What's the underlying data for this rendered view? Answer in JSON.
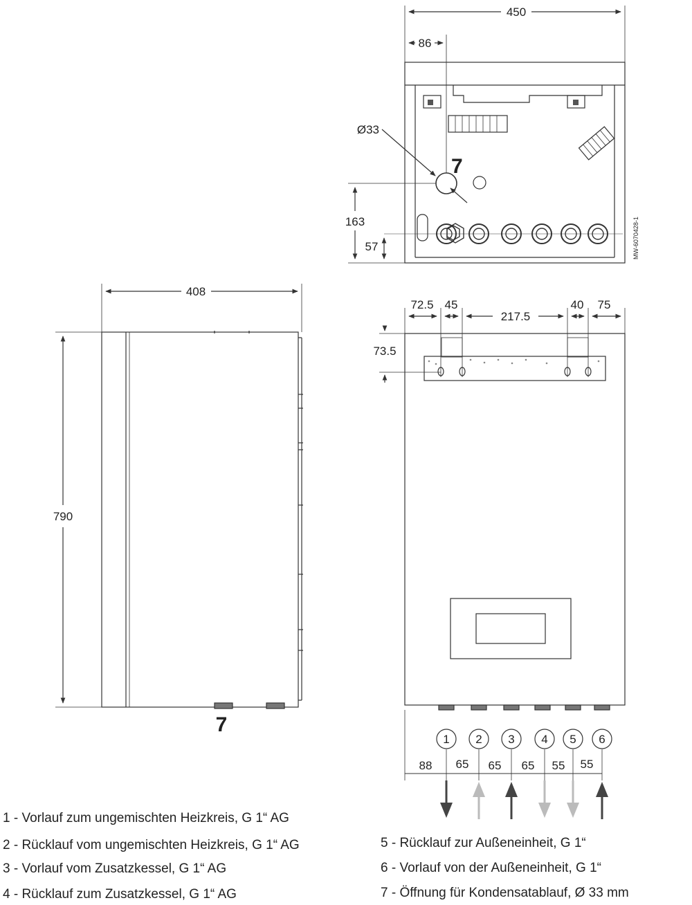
{
  "top_view": {
    "width": "450",
    "offset": "86",
    "hole_diameter": "Ø33",
    "hole_label": "7",
    "height_hole": "163",
    "height_connections": "57",
    "drawing_code": "MW-6070428-1"
  },
  "side_view": {
    "depth": "408",
    "height": "790",
    "drain_label": "7"
  },
  "front_view": {
    "top_dimensions": [
      "72.5",
      "45",
      "217.5",
      "40",
      "75"
    ],
    "bracket_height": "73.5",
    "connection_numbers": [
      "1",
      "2",
      "3",
      "4",
      "5",
      "6"
    ],
    "bottom_dimensions": [
      "88",
      "65",
      "65",
      "65",
      "55",
      "55"
    ]
  },
  "legend": [
    "1 - Vorlauf zum ungemischten Heizkreis, G 1“ AG",
    "2 - Rücklauf vom ungemischten Heizkreis, G 1“ AG",
    "3 - Vorlauf vom Zusatzkessel, G 1“ AG",
    "4 - Rücklauf zum Zusatzkessel, G 1“ AG",
    "5 - Rücklauf zur Außeneinheit, G 1“",
    "6 - Vorlauf von der Außeneinheit, G 1“",
    "7 - Öffnung für Kondensatablauf, Ø 33 mm"
  ],
  "colors": {
    "line": "#333333",
    "arrow_dark": "#444444",
    "arrow_light": "#bbbbbb"
  }
}
